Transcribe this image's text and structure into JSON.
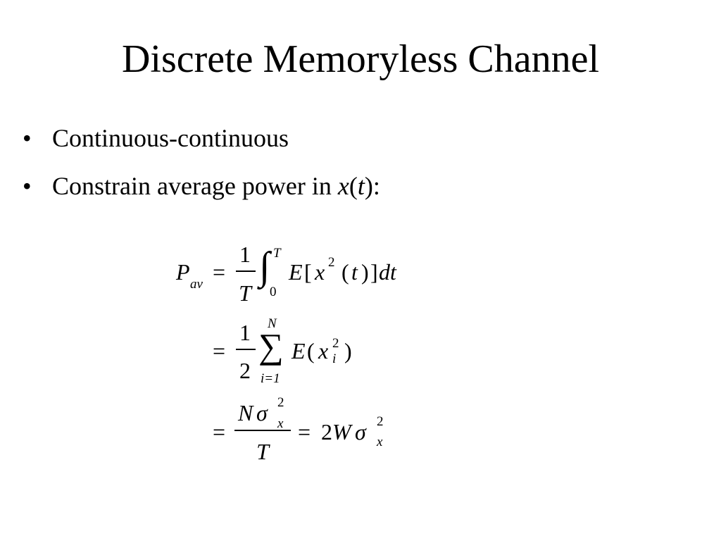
{
  "slide": {
    "title": "Discrete Memoryless Channel",
    "bullets": [
      {
        "marker": "•",
        "text": "Continuous-continuous"
      },
      {
        "marker": "•",
        "text_before": "Constrain average power in ",
        "var_x": "x",
        "paren_open": "(",
        "var_t": "t",
        "paren_close": "):"
      }
    ]
  },
  "equation": {
    "line1": {
      "lhs": "P",
      "lhs_sub": "av",
      "eq": "=",
      "frac_num": "1",
      "frac_den": "T",
      "integral": "∫",
      "upper": "T",
      "lower": "0",
      "E": "E",
      "lbr": "[",
      "x": "x",
      "sq": "2",
      "lp": "(",
      "t": "t",
      "rp": ")",
      "rbr": "]",
      "dt": "dt"
    },
    "line2": {
      "eq": "=",
      "frac_num": "1",
      "frac_den": "2",
      "sum": "∑",
      "upper": "N",
      "lower": "i=1",
      "E": "E",
      "lp": "(",
      "x": "x",
      "sub": "i",
      "sq": "2",
      "rp": ")"
    },
    "line3": {
      "eq": "=",
      "num_N": "N",
      "num_sigma": "σ",
      "num_sub": "x",
      "num_sq": "2",
      "den": "T",
      "eq2": "=",
      "two": "2",
      "W": "W",
      "sigma": "σ",
      "sub": "x",
      "sq": "2"
    }
  }
}
